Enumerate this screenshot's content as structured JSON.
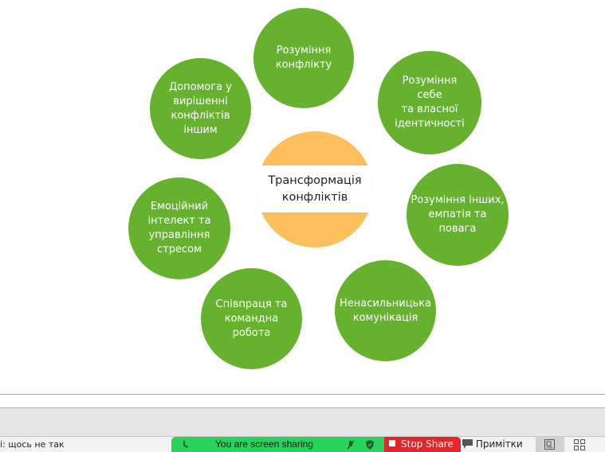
{
  "diagram": {
    "center": "Трансформація\nконфліктів",
    "nodes": [
      "Розуміння\nконфлікту",
      "Розуміння\nсебе\nта власної\nідентичності",
      "Розуміння інших,\nемпатія та\nповага",
      "Ненасильницька\nкомунікація",
      "Співпраця та\nкомандна робота",
      "Емоційний\nінтелект та\nуправління\nстресом",
      "Допомога у\nвирішенні\nконфліктів\nіншим"
    ],
    "colors": {
      "node": "#66b22f",
      "center": "#fdbf5c"
    }
  },
  "statusbar": {
    "text": "і: щось не так",
    "sharing_label": "You are screen sharing",
    "stop_share_label": "Stop Share",
    "notes_label": "Примітки"
  }
}
